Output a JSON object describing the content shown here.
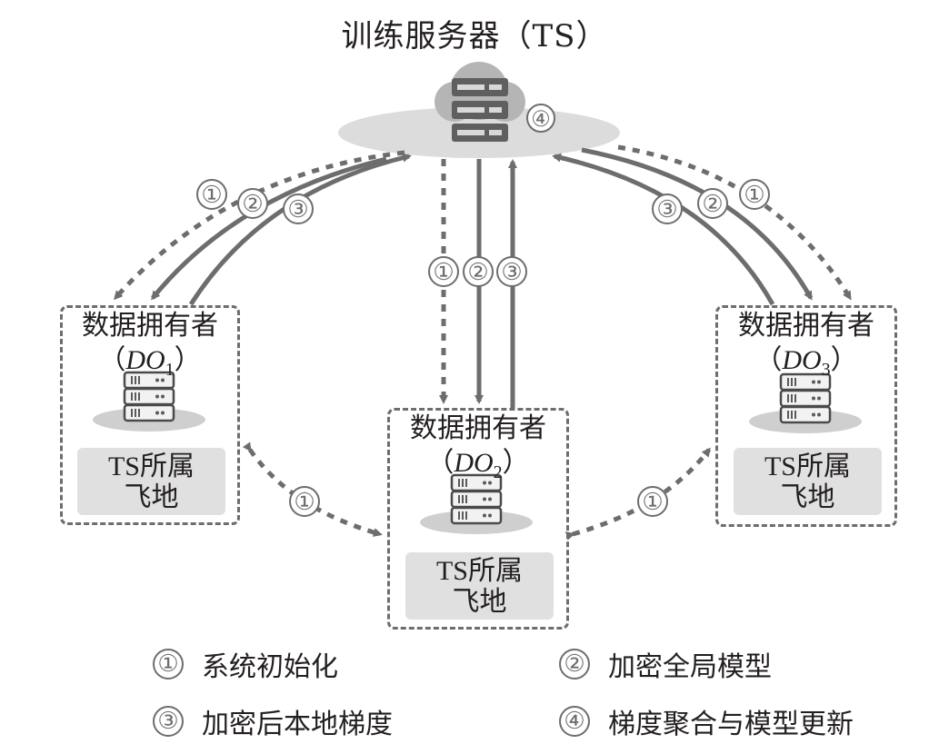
{
  "title": "训练服务器（TS）",
  "server_step": "④",
  "data_owners": [
    {
      "label": "数据拥有者",
      "id_prefix": "DO",
      "id_sub": "1",
      "enclave_line1_latin": "TS",
      "enclave_line1_cjk": "所属",
      "enclave_line2": "飞地"
    },
    {
      "label": "数据拥有者",
      "id_prefix": "DO",
      "id_sub": "2",
      "enclave_line1_latin": "TS",
      "enclave_line1_cjk": "所属",
      "enclave_line2": "飞地"
    },
    {
      "label": "数据拥有者",
      "id_prefix": "DO",
      "id_sub": "3",
      "enclave_line1_latin": "TS",
      "enclave_line1_cjk": "所属",
      "enclave_line2": "飞地"
    }
  ],
  "paren_open": "（",
  "paren_close": "）",
  "flow_labels": {
    "left": [
      "①",
      "②",
      "③"
    ],
    "center": [
      "①",
      "②",
      "③"
    ],
    "right": [
      "③",
      "②",
      "①"
    ],
    "peer_left": "①",
    "peer_right": "①"
  },
  "legend": [
    {
      "num": "①",
      "text": "系统初始化"
    },
    {
      "num": "②",
      "text": "加密全局模型"
    },
    {
      "num": "③",
      "text": "加密后本地梯度"
    },
    {
      "num": "④",
      "text": "梯度聚合与模型更新"
    }
  ],
  "colors": {
    "line": "#6d6d6d",
    "ellipse": "#dcdcdc",
    "enclave": "#e0e0e0",
    "server": "#5f5f5f",
    "cloud": "#b5b5b5"
  }
}
